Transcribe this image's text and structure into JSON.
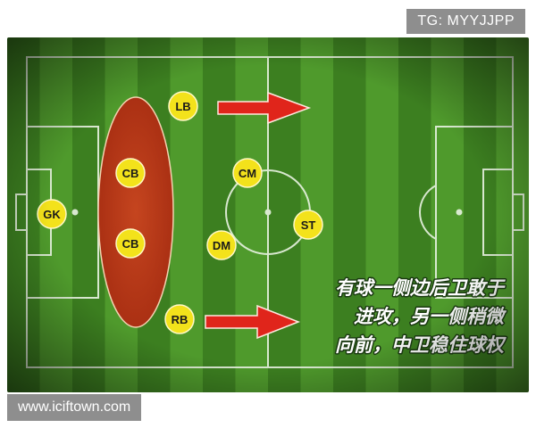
{
  "watermark_top": "TG: MYYJJPP",
  "watermark_bottom": "www.iciftown.com",
  "players": {
    "lb": "LB",
    "cb1": "CB",
    "cb2": "CB",
    "gk": "GK",
    "cm": "CM",
    "dm": "DM",
    "st": "ST",
    "rb": "RB"
  },
  "caption": {
    "line1": "有球一侧边后卫敢于",
    "line2": "进攻，另一侧稍微",
    "line3": "向前，中卫稳住球权"
  },
  "colors": {
    "player_fill": "#f3e21b",
    "arrow": "#e0251b",
    "zone": "#c0391b",
    "grass_light": "#4f9a2c",
    "grass_dark": "#3c7f20"
  }
}
